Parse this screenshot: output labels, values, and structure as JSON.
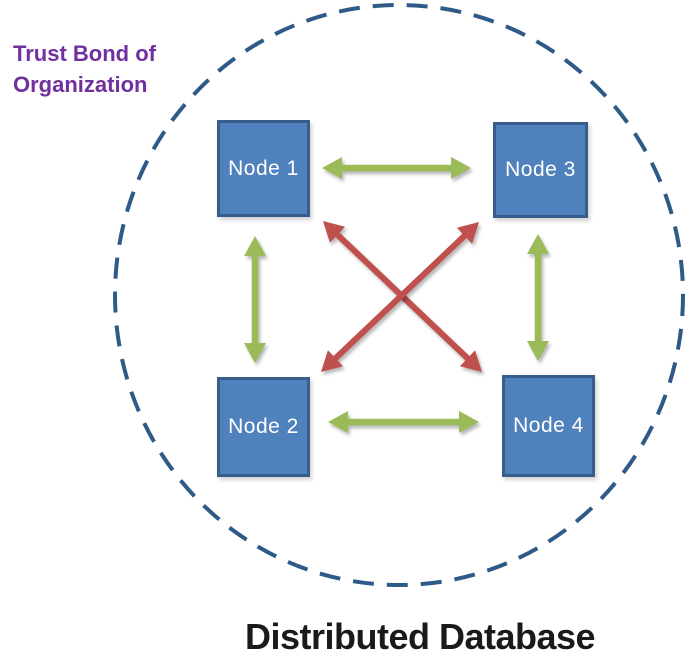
{
  "diagram": {
    "trust_label": {
      "line1": "Trust Bond of",
      "line2": "Organization"
    },
    "title": "Distributed Database",
    "nodes": [
      {
        "id": "node1",
        "label": "Node 1"
      },
      {
        "id": "node2",
        "label": "Node 2"
      },
      {
        "id": "node3",
        "label": "Node 3"
      },
      {
        "id": "node4",
        "label": "Node 4"
      }
    ],
    "connections": [
      {
        "from": "Node 1",
        "to": "Node 3",
        "style": "green-double-arrow",
        "orientation": "horizontal-top"
      },
      {
        "from": "Node 1",
        "to": "Node 2",
        "style": "green-double-arrow",
        "orientation": "vertical-left"
      },
      {
        "from": "Node 3",
        "to": "Node 4",
        "style": "green-double-arrow",
        "orientation": "vertical-right"
      },
      {
        "from": "Node 2",
        "to": "Node 4",
        "style": "green-double-arrow",
        "orientation": "horizontal-bottom"
      },
      {
        "from": "Node 1",
        "to": "Node 4",
        "style": "red-double-arrow",
        "orientation": "diagonal"
      },
      {
        "from": "Node 2",
        "to": "Node 3",
        "style": "red-double-arrow",
        "orientation": "diagonal"
      }
    ]
  },
  "colors": {
    "background": "#FFFFFF",
    "node_fill": "#4F81BD",
    "node_border": "#385D8A",
    "node_text": "#FFFFFF",
    "green_arrow": "#9BBB59",
    "red_arrow": "#C0504D",
    "circle_dash": "#2E5A87",
    "trust_text": "#7030A0",
    "title_text": "#1A1A1A"
  }
}
